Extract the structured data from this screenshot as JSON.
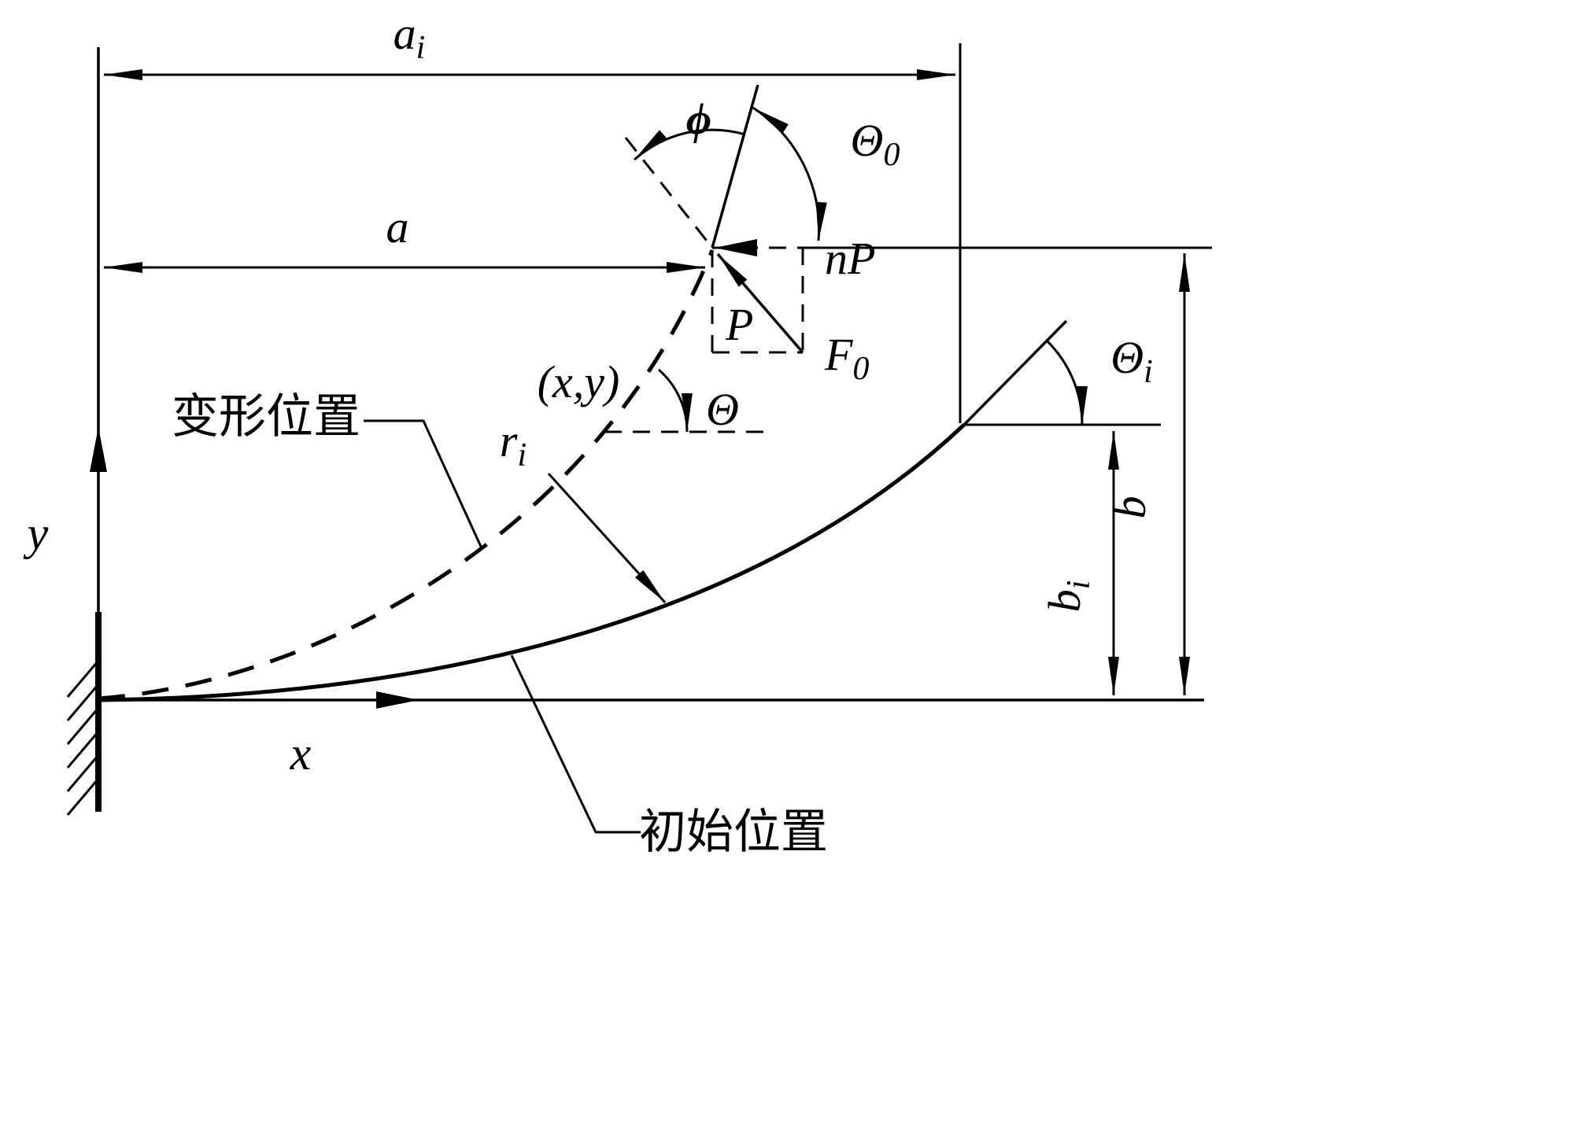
{
  "diagram": {
    "axes": {
      "x_label": "x",
      "y_label": "y"
    },
    "dimensions": {
      "a_i": {
        "base": "a",
        "sub": "i"
      },
      "a": {
        "label": "a"
      },
      "b": {
        "label": "b"
      },
      "b_i": {
        "base": "b",
        "sub": "i"
      }
    },
    "angles": {
      "phi": {
        "label": "ϕ"
      },
      "theta_0": {
        "base": "Θ",
        "sub": "0"
      },
      "theta": {
        "label": "Θ"
      },
      "theta_i": {
        "base": "Θ",
        "sub": "i"
      }
    },
    "forces": {
      "nP": {
        "label": "nP"
      },
      "P": {
        "label": "P"
      },
      "F_0": {
        "base": "F",
        "sub": "0"
      }
    },
    "points": {
      "xy": {
        "label": "(x,y)"
      },
      "r_i": {
        "base": "r",
        "sub": "i"
      }
    },
    "callouts": {
      "deformed": {
        "label": "变形位置"
      },
      "initial": {
        "label": "初始位置"
      }
    }
  }
}
